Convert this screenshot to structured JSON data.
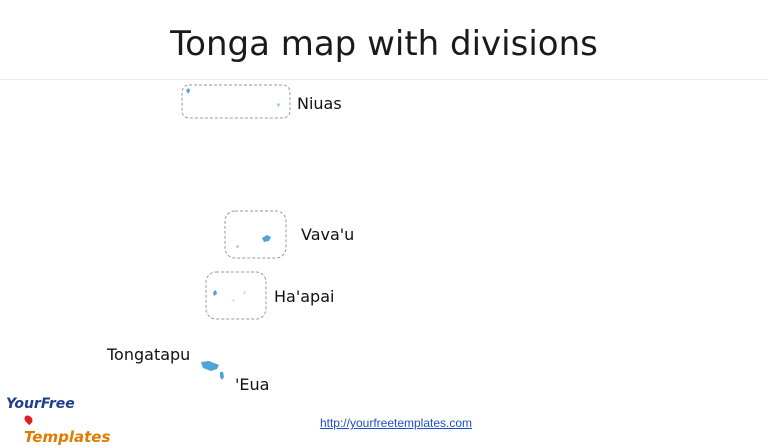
{
  "title": "Tonga map with divisions",
  "divisions": {
    "niuas": "Niuas",
    "vavau": "Vava'u",
    "haapai": "Ha'apai",
    "tongatapu": "Tongatapu",
    "eua": "'Eua"
  },
  "logo": {
    "your": "Your",
    "free": "Free",
    "templates": "Templates"
  },
  "footer": {
    "url": "http://yourfreetemplates.com"
  },
  "colors": {
    "island": "#4fa3d6",
    "frame": "#9a9a9a",
    "link": "#1a4fd0"
  }
}
